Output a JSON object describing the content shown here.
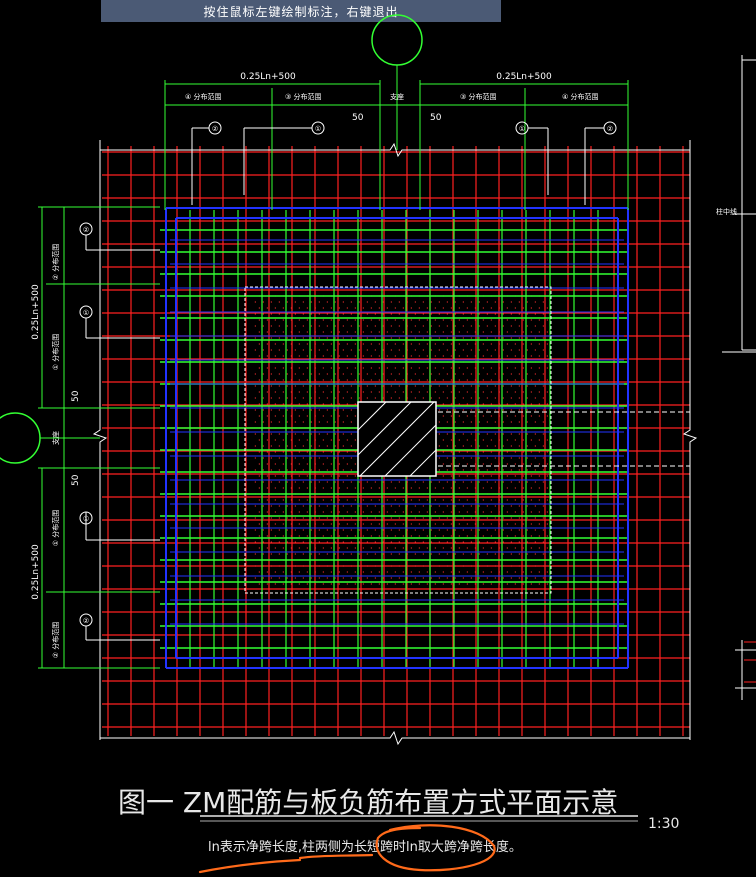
{
  "app": {
    "prompt_text": "按住鼠标左键绘制标注，右键退出"
  },
  "drawing": {
    "top_dims": [
      "0.25Ln+500",
      "0.25Ln+500"
    ],
    "top_tags": [
      {
        "num": "④",
        "label": "分布范围"
      },
      {
        "num": "③",
        "label": "分布范围"
      },
      {
        "num": "",
        "label": "支座"
      },
      {
        "num": "③",
        "label": "分布范围"
      },
      {
        "num": "④",
        "label": "分布范围"
      }
    ],
    "top_gap_labels": [
      "50",
      "50"
    ],
    "top_callouts": [
      "②",
      "①",
      "①",
      "②"
    ],
    "left_dims": [
      "0.25Ln+500",
      "0.25Ln+500"
    ],
    "left_tags": [
      "② 分布范围",
      "① 分布范围",
      "支座",
      "① 分布范围",
      "② 分布范围"
    ],
    "left_gap_labels": [
      "50",
      "50"
    ],
    "left_callouts": [
      "②",
      "①",
      "①",
      "②"
    ],
    "right_label": "柱中线",
    "title": "图一   ZM配筋与板负筋布置方式平面示意",
    "scale": "1:30",
    "note": "ln表示净跨长度,柱两侧为长短跨时ln取大跨净跨长度。"
  },
  "colors": {
    "grid_red": "#ff2020",
    "rebar_green": "#33ff33",
    "rebar_blue": "#2233ff",
    "annotation_orange": "#ff6a1a"
  }
}
